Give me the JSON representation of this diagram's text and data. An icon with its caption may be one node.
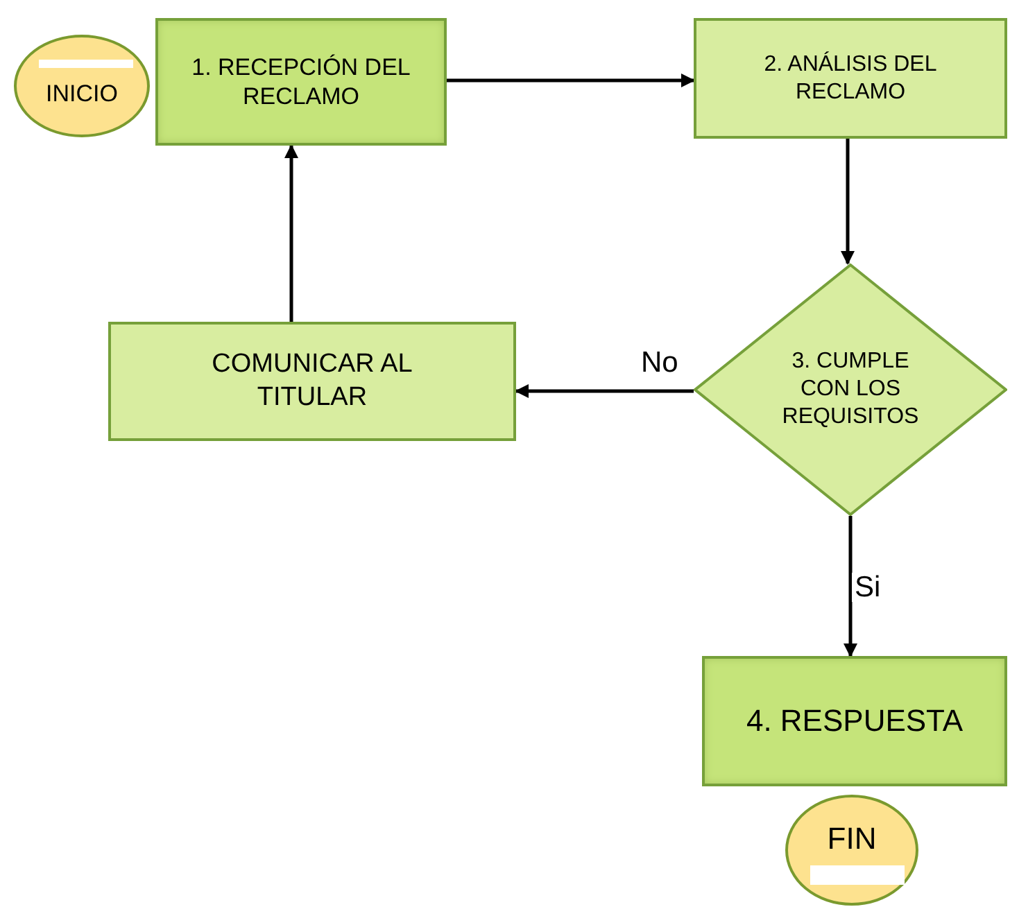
{
  "diagram": {
    "nodes": [
      {
        "text": [
          "INICIO"
        ]
      },
      {
        "text": [
          "1. RECEPCIÓN DEL RECLAMO"
        ]
      },
      {
        "text": [
          "2. ANÁLISIS DEL RECLAMO"
        ]
      },
      {
        "text": [
          "3. CUMPLE CON LOS REQUISITOS"
        ]
      },
      {
        "text": [
          "COMUNICAR AL TITULAR"
        ]
      },
      {
        "text": [
          "4. RESPUESTA"
        ]
      },
      {
        "text": [
          "FIN"
        ]
      }
    ],
    "edges": [
      {
        "from": 1,
        "to": 2,
        "arrow": "to"
      },
      {
        "from": 2,
        "to": 3,
        "arrow": "to"
      },
      {
        "from": 3,
        "to": 4,
        "arrow": "to",
        "label": "No"
      },
      {
        "from": 4,
        "to": 1,
        "arrow": "to"
      },
      {
        "from": 3,
        "to": 5,
        "arrow": "to",
        "label": "Si"
      }
    ]
  }
}
